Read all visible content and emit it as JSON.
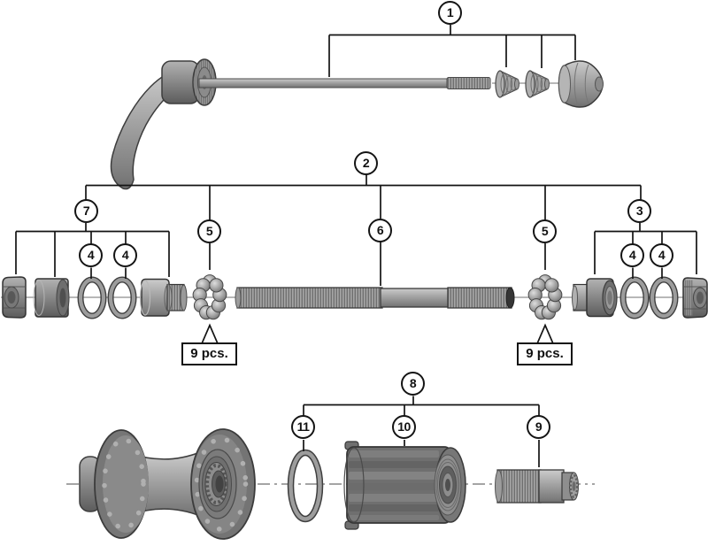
{
  "figure": {
    "type": "exploded-parts-diagram",
    "subject": "bicycle-hub-and-quick-release-assembly",
    "background": "#ffffff",
    "line_color": "#141414",
    "part_fill": "#9b9b9b",
    "part_outline": "#3d3d3d"
  },
  "callouts": {
    "n1": "1",
    "n2": "2",
    "n3": "3",
    "n4": "4",
    "n5": "5",
    "n6": "6",
    "n7": "7",
    "n8": "8",
    "n9": "9",
    "n10": "10",
    "n11": "11"
  },
  "notes": {
    "pcs": "9 pcs."
  },
  "parts": {
    "top_row": [
      "quick-release-lever",
      "quick-release-body",
      "skewer-rod",
      "volute-spring",
      "volute-spring",
      "end-adjusting-nut"
    ],
    "middle_row": [
      "locknut",
      "spacer",
      "seal-ring",
      "seal-ring",
      "cone",
      "ball-retainer",
      "axle",
      "ball-retainer",
      "cone",
      "seal-ring",
      "seal-ring",
      "locknut"
    ],
    "bottom_row": [
      "hub-shell",
      "seal-ring",
      "freehub-body",
      "axle-tube"
    ]
  }
}
